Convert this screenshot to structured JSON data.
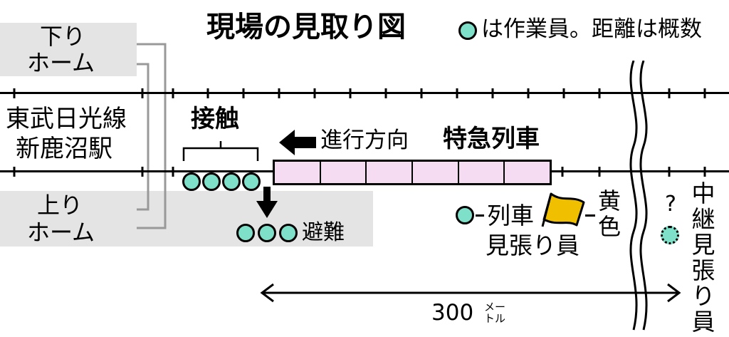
{
  "title": "現場の見取り図",
  "legend": {
    "text": "は作業員。距離は概数",
    "color": "#7ee0c8"
  },
  "platforms": {
    "down": [
      "下り",
      "ホーム"
    ],
    "up": [
      "上り",
      "ホーム"
    ]
  },
  "station": [
    "東武日光線",
    "新鹿沼駅"
  ],
  "contact_label": "接触",
  "direction_label": "進行方向",
  "train_label": "特急列車",
  "evacuation_label": "避難",
  "lookout_label": [
    "列車",
    "見張り員"
  ],
  "flag_label": [
    "黄",
    "色"
  ],
  "relay_lookout": {
    "question": "?",
    "label": "中継見張り員"
  },
  "distance": {
    "value": "300",
    "unit_top": "メー",
    "unit_bottom": "トル"
  },
  "colors": {
    "worker": "#7ee0c8",
    "train": "#f6dcf2",
    "flag": "#f0c000",
    "platform": "#e4e4e4"
  },
  "counts": {
    "workers_contact": 4,
    "workers_evacuated": 3,
    "train_cars": 6
  }
}
